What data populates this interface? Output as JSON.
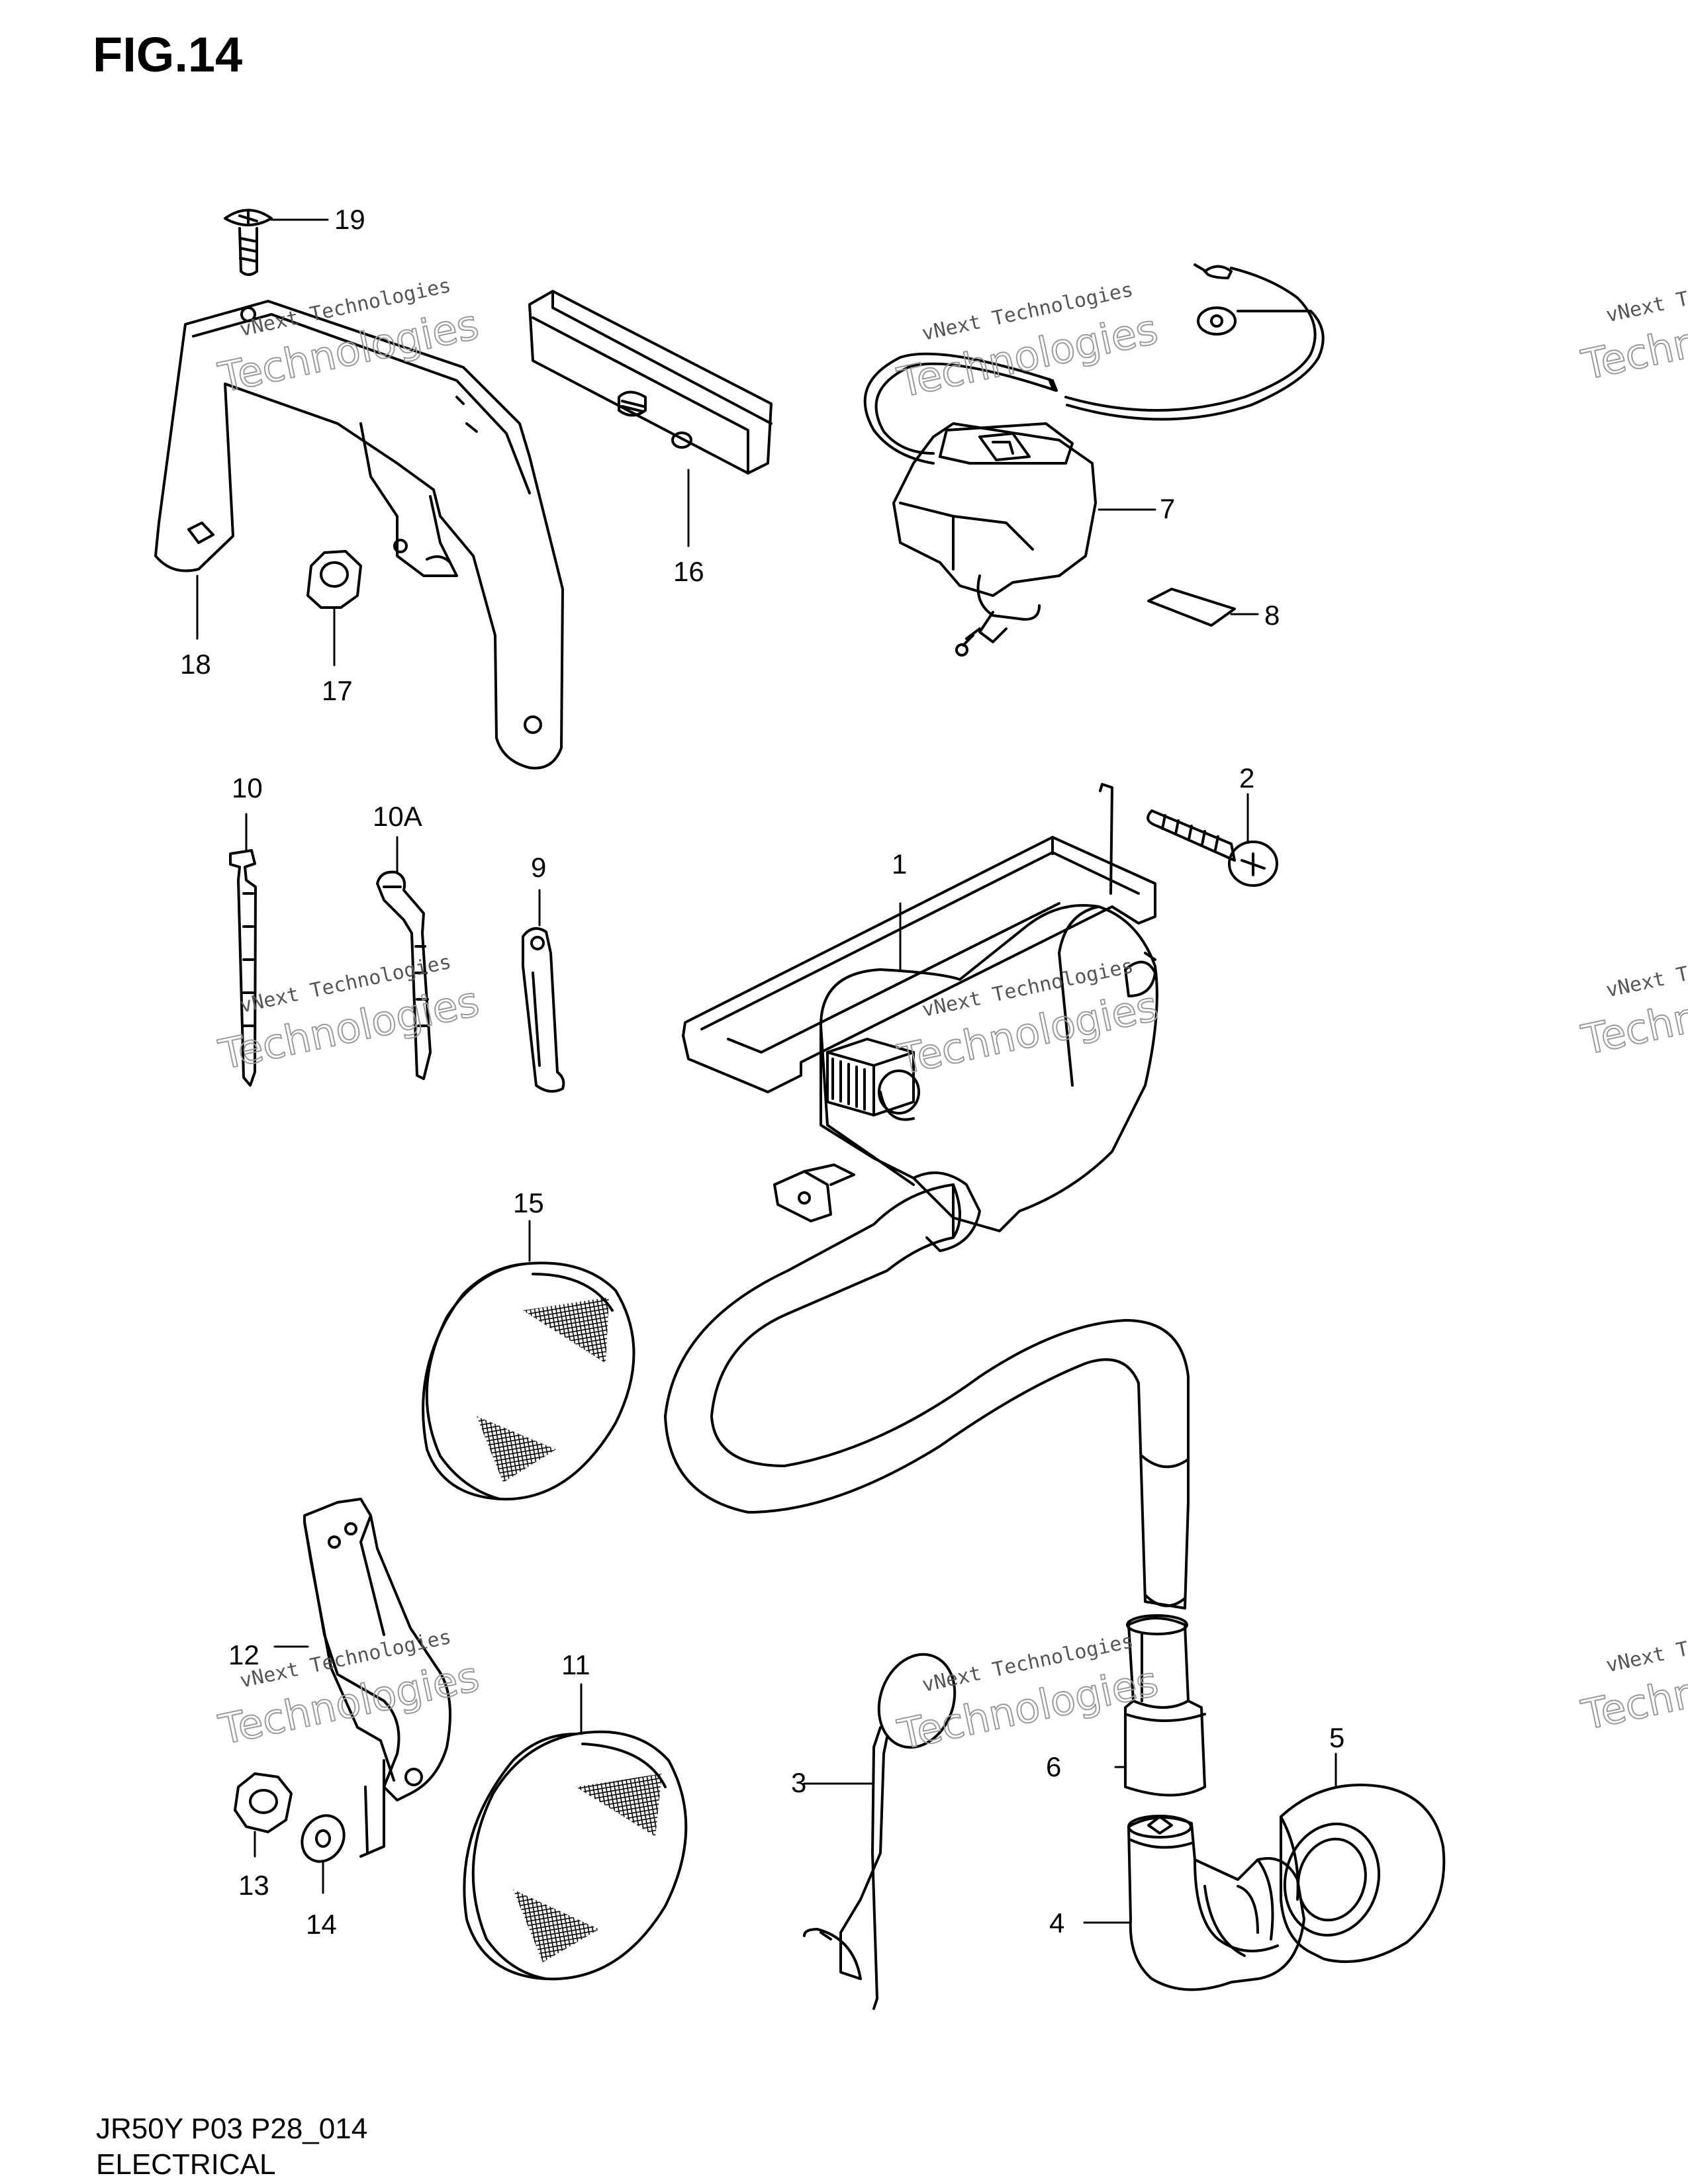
{
  "figure": {
    "title": "FIG.14"
  },
  "parts": [
    {
      "id": "p1",
      "label": "1"
    },
    {
      "id": "p2",
      "label": "2"
    },
    {
      "id": "p3",
      "label": "3"
    },
    {
      "id": "p4",
      "label": "4"
    },
    {
      "id": "p5",
      "label": "5"
    },
    {
      "id": "p6",
      "label": "6"
    },
    {
      "id": "p7",
      "label": "7"
    },
    {
      "id": "p8",
      "label": "8"
    },
    {
      "id": "p9",
      "label": "9"
    },
    {
      "id": "p10",
      "label": "10"
    },
    {
      "id": "p10a",
      "label": "10A"
    },
    {
      "id": "p11",
      "label": "11"
    },
    {
      "id": "p12",
      "label": "12"
    },
    {
      "id": "p13",
      "label": "13"
    },
    {
      "id": "p14",
      "label": "14"
    },
    {
      "id": "p15",
      "label": "15"
    },
    {
      "id": "p16",
      "label": "16"
    },
    {
      "id": "p17",
      "label": "17"
    },
    {
      "id": "p18",
      "label": "18"
    },
    {
      "id": "p19",
      "label": "19"
    }
  ],
  "watermark": {
    "line1": "vNext Technologies",
    "line2": "Technologies",
    "overlay": "vNext"
  },
  "footer": {
    "model_code": "JR50Y P03 P28_014",
    "section": "ELECTRICAL"
  }
}
